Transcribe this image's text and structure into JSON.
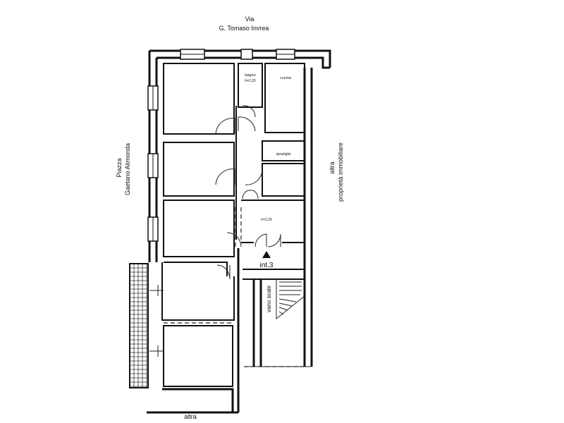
{
  "labels": {
    "street_line1": "Via",
    "street_line2": "G. Tomaso Invrea",
    "piazza_line1": "Piazza",
    "piazza_line2": "Gaetano Alimonda",
    "altra_right_line1": "altra",
    "altra_right_line2": "proprietà immobiliare",
    "altra_bottom": "altra",
    "room_bagno": "bagno",
    "room_bagno_h": "h=2,20",
    "room_cucina": "cucina",
    "room_ripostiglio": "ripostiglio",
    "room_h": "h=2,20",
    "entrance": "int.3",
    "stair": "vano scale"
  }
}
